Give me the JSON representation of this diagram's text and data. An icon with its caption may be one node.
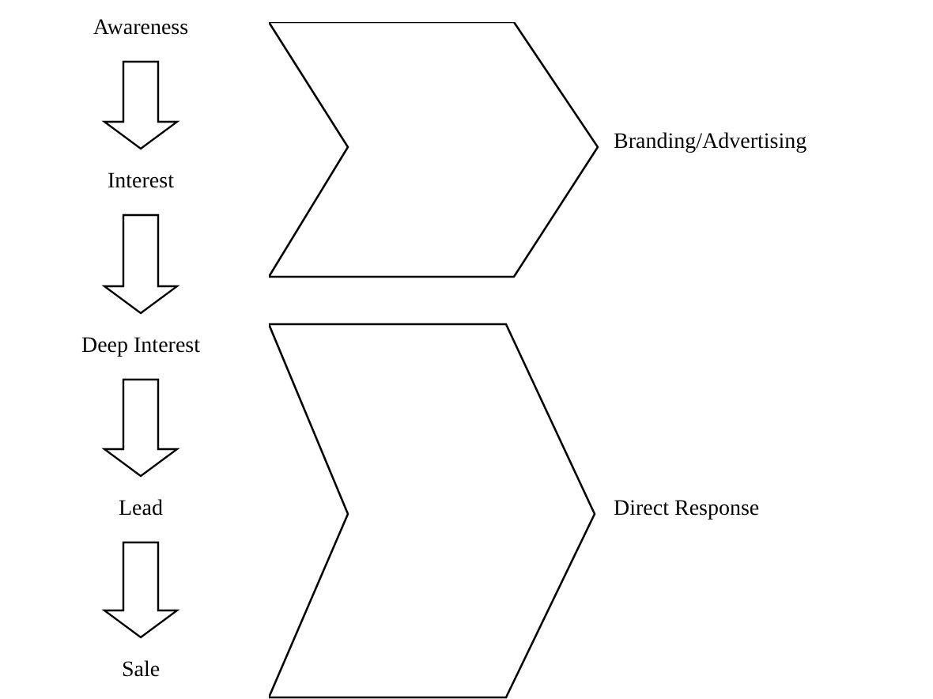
{
  "diagram": {
    "nodes": [
      {
        "text": [
          "Awareness"
        ]
      },
      {
        "text": [
          "Interest"
        ]
      },
      {
        "text": [
          "Deep Interest"
        ]
      },
      {
        "text": [
          "Lead"
        ]
      },
      {
        "text": [
          "Sale"
        ]
      },
      {
        "text": [],
        "shape": "chevron",
        "beside": [
          "Branding/Advertising"
        ]
      },
      {
        "text": [],
        "shape": "chevron",
        "beside": [
          "Direct Response"
        ]
      }
    ],
    "edges": [
      {
        "from": 0,
        "to": 1,
        "arrow": "to"
      },
      {
        "from": 1,
        "to": 2,
        "arrow": "to"
      },
      {
        "from": 2,
        "to": 3,
        "arrow": "to"
      },
      {
        "from": 3,
        "to": 4,
        "arrow": "to"
      }
    ]
  }
}
